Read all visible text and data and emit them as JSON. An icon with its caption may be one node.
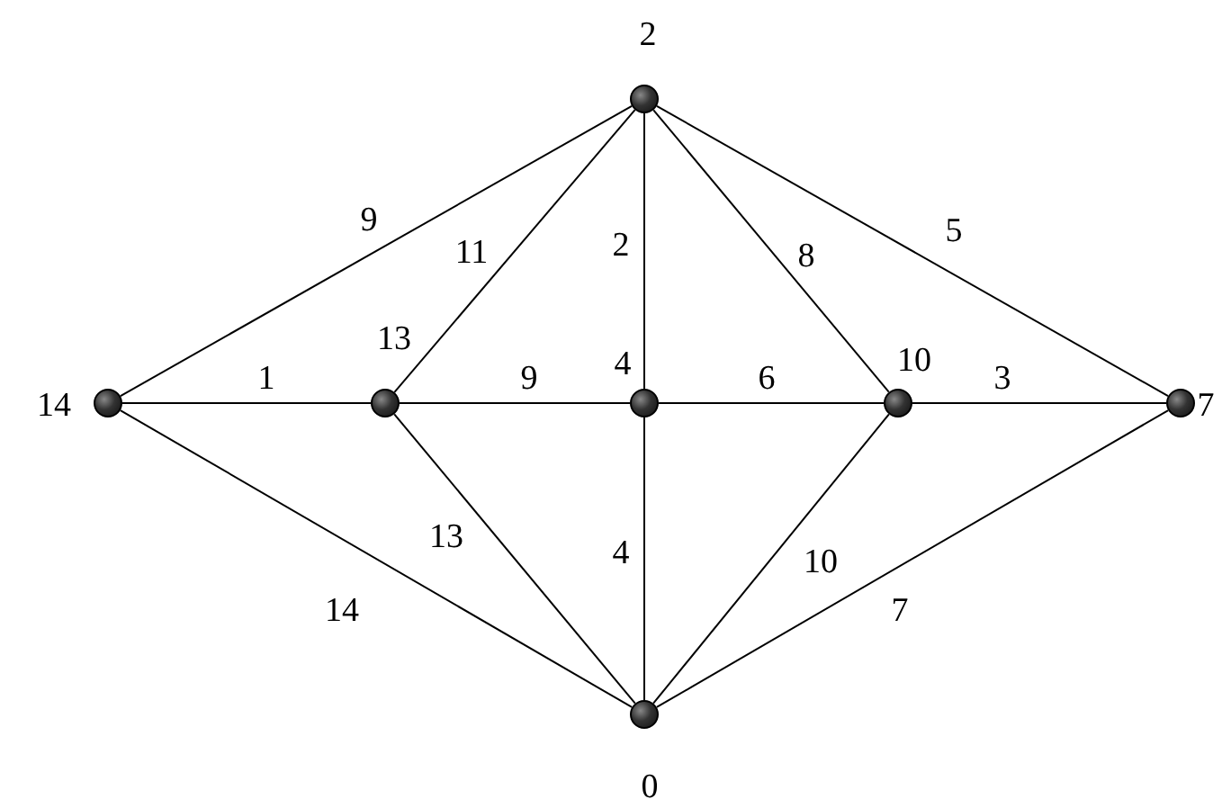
{
  "diagram": {
    "nodes": [
      {
        "text": [],
        "shape": "circle",
        "beside": [
          "2"
        ]
      },
      {
        "text": [],
        "shape": "circle",
        "beside": [
          "14"
        ]
      },
      {
        "text": [],
        "shape": "circle",
        "beside": [
          "13"
        ]
      },
      {
        "text": [],
        "shape": "circle",
        "beside": [
          "4"
        ]
      },
      {
        "text": [],
        "shape": "circle",
        "beside": [
          "10"
        ]
      },
      {
        "text": [],
        "shape": "circle",
        "beside": [
          "7"
        ]
      },
      {
        "text": [],
        "shape": "circle",
        "beside": [
          "0"
        ]
      }
    ],
    "edges": [
      {
        "from": 1,
        "to": 0,
        "arrow": "none",
        "label": "9"
      },
      {
        "from": 2,
        "to": 0,
        "arrow": "none",
        "label": "11"
      },
      {
        "from": 3,
        "to": 0,
        "arrow": "none",
        "label": "2"
      },
      {
        "from": 4,
        "to": 0,
        "arrow": "none",
        "label": "8"
      },
      {
        "from": 5,
        "to": 0,
        "arrow": "none",
        "label": "5"
      },
      {
        "from": 1,
        "to": 2,
        "arrow": "none",
        "label": "1"
      },
      {
        "from": 2,
        "to": 3,
        "arrow": "none",
        "label": "9"
      },
      {
        "from": 3,
        "to": 4,
        "arrow": "none",
        "label": "6"
      },
      {
        "from": 4,
        "to": 5,
        "arrow": "none",
        "label": "3"
      },
      {
        "from": 1,
        "to": 6,
        "arrow": "none",
        "label": "14"
      },
      {
        "from": 2,
        "to": 6,
        "arrow": "none",
        "label": "13"
      },
      {
        "from": 3,
        "to": 6,
        "arrow": "none",
        "label": "4"
      },
      {
        "from": 4,
        "to": 6,
        "arrow": "none",
        "label": "10"
      },
      {
        "from": 5,
        "to": 6,
        "arrow": "none",
        "label": "7"
      }
    ]
  }
}
